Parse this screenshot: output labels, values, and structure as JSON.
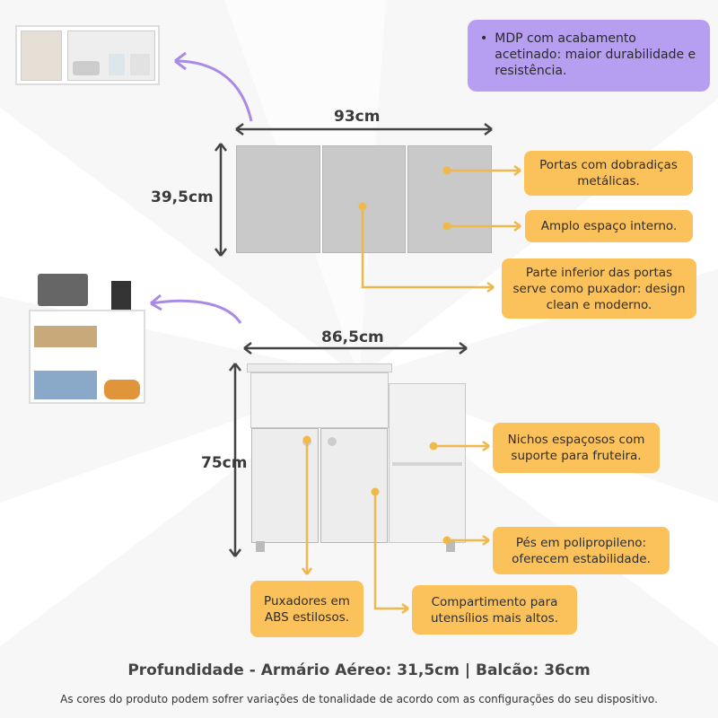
{
  "colors": {
    "callout": "#fbc25b",
    "highlight": "#b69ef0",
    "arrow_purple": "#a98ae6",
    "pointer": "#f0b84a"
  },
  "features": {
    "material": "MDP com acabamento acetinado: maior durabilidade e resistência."
  },
  "upper_cabinet": {
    "width": "93cm",
    "height": "39,5cm",
    "callouts": [
      "Portas com dobradiças metálicas.",
      "Amplo espaço interno.",
      "Parte inferior das portas serve como puxador: design clean e moderno."
    ]
  },
  "lower_cabinet": {
    "width": "86,5cm",
    "height": "75cm",
    "callouts": [
      "Nichos espaçosos com suporte para fruteira.",
      "Pés em polipropileno: oferecem estabilidade.",
      "Puxadores em ABS estilosos.",
      "Compartimento para utensílios mais altos."
    ]
  },
  "depth_line": "Profundidade - Armário Aéreo: 31,5cm | Balcão: 36cm",
  "disclaimer": "As cores do produto podem sofrer variações de tonalidade de acordo com as configurações do seu dispositivo."
}
